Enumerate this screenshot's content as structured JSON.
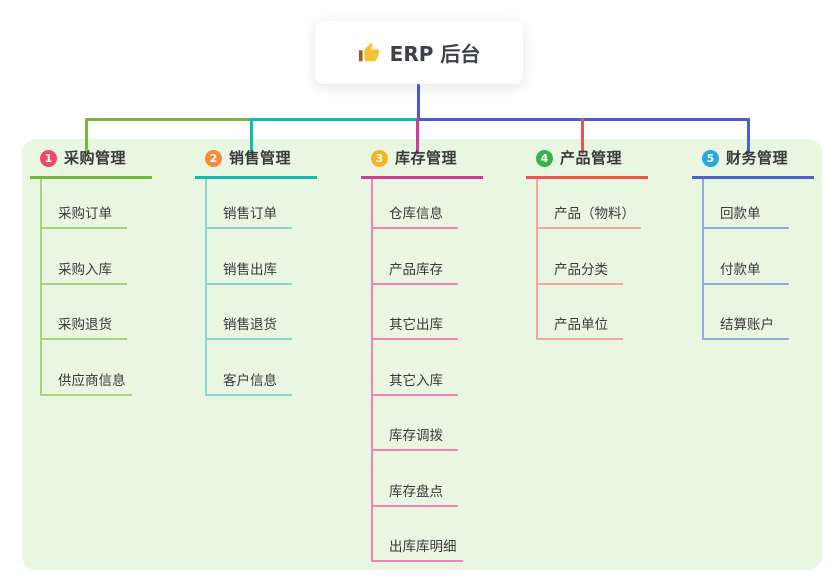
{
  "root": {
    "label": "ERP 后台",
    "icon": "thumbs-up-icon",
    "line_color": "#4a5ad3"
  },
  "panel": {
    "background": "#e9f6e2"
  },
  "branches": [
    {
      "index": "1",
      "label": "采购管理",
      "badge_color": "#f1476b",
      "line_color": "#79b63d",
      "child_line_color": "#a9d47d",
      "children": [
        "采购订单",
        "采购入库",
        "采购退货",
        "供应商信息"
      ]
    },
    {
      "index": "2",
      "label": "销售管理",
      "badge_color": "#f58a3c",
      "line_color": "#12bcb2",
      "child_line_color": "#86d9d1",
      "children": [
        "销售订单",
        "销售出库",
        "销售退货",
        "客户信息"
      ]
    },
    {
      "index": "3",
      "label": "库存管理",
      "badge_color": "#f9b226",
      "line_color": "#cf3e96",
      "child_line_color": "#f183b7",
      "children": [
        "仓库信息",
        "产品库存",
        "其它出库",
        "其它入库",
        "库存调拨",
        "库存盘点",
        "出库库明细"
      ]
    },
    {
      "index": "4",
      "label": "产品管理",
      "badge_color": "#35b44b",
      "line_color": "#ef5350",
      "child_line_color": "#f8a79f",
      "children": [
        "产品（物料）",
        "产品分类",
        "产品单位"
      ]
    },
    {
      "index": "5",
      "label": "财务管理",
      "badge_color": "#29a8e0",
      "line_color": "#4862d2",
      "child_line_color": "#97a9e1",
      "children": [
        "回款单",
        "付款单",
        "结算账户"
      ]
    }
  ]
}
